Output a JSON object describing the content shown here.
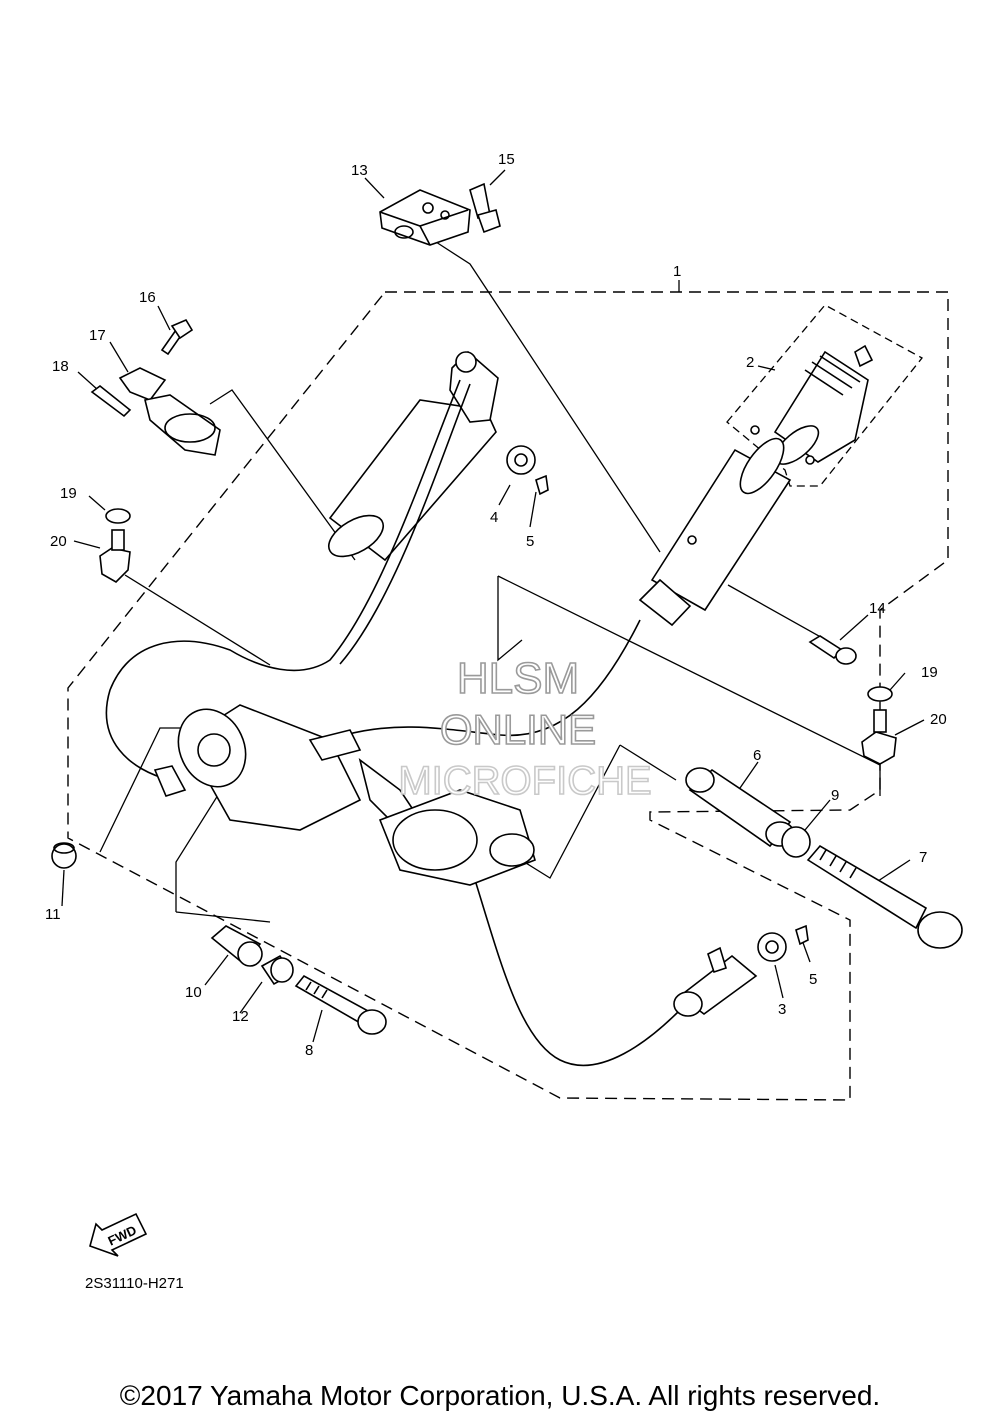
{
  "callouts": {
    "c1": "1",
    "c2": "2",
    "c3": "3",
    "c4": "4",
    "c5a": "5",
    "c5b": "5",
    "c6": "6",
    "c7": "7",
    "c8": "8",
    "c9": "9",
    "c10": "10",
    "c11": "11",
    "c12": "12",
    "c13": "13",
    "c14": "14",
    "c15": "15",
    "c16": "16",
    "c17": "17",
    "c18": "18",
    "c19a": "19",
    "c19b": "19",
    "c20a": "20",
    "c20b": "20"
  },
  "watermark": {
    "line1": "HLSM",
    "line2": "ONLINE",
    "line3": "MICROFICHE"
  },
  "fwd_label": "FWD",
  "diagram_code": "2S31110-H271",
  "copyright": "©2017 Yamaha Motor Corporation, U.S.A. All rights reserved."
}
